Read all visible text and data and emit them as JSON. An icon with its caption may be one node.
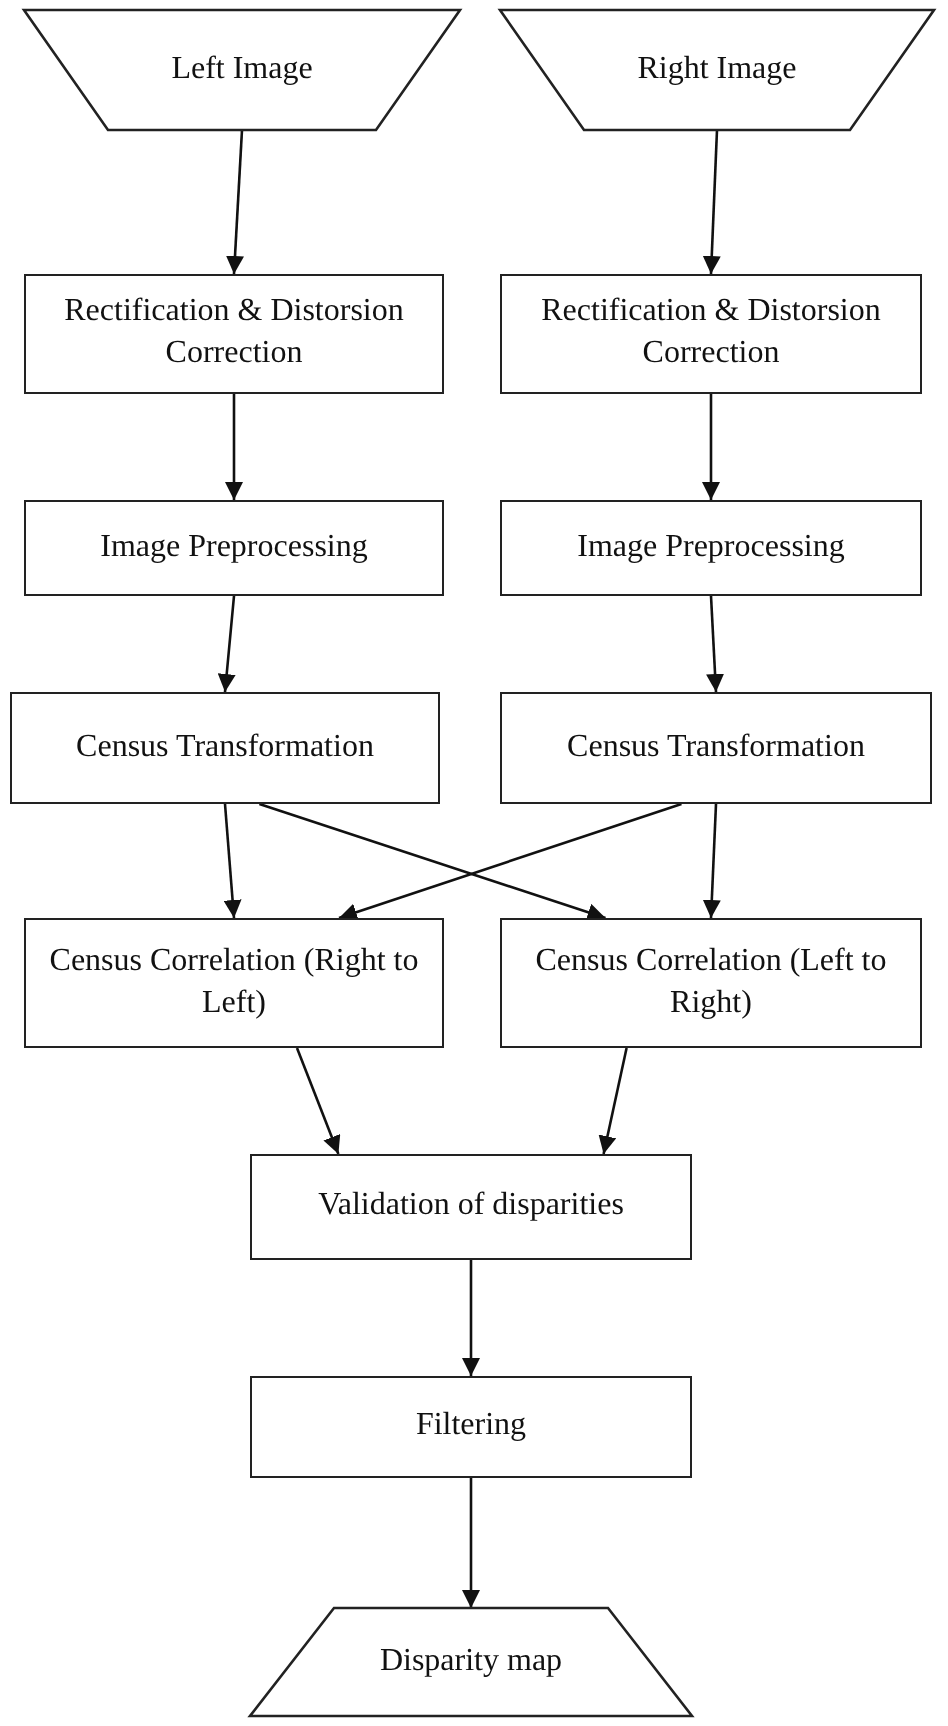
{
  "diagram": {
    "nodes": [
      {
        "text": [
          "Left Image"
        ]
      },
      {
        "text": [
          "Right Image"
        ]
      },
      {
        "text": [
          "Rectification & Distorsion Correction"
        ]
      },
      {
        "text": [
          "Rectification & Distorsion Correction"
        ]
      },
      {
        "text": [
          "Image Preprocessing"
        ]
      },
      {
        "text": [
          "Image Preprocessing"
        ]
      },
      {
        "text": [
          "Census Transformation"
        ]
      },
      {
        "text": [
          "Census Transformation"
        ]
      },
      {
        "text": [
          "Census Correlation (Right to Left)"
        ]
      },
      {
        "text": [
          "Census Correlation (Left to Right)"
        ]
      },
      {
        "text": [
          "Validation of disparities"
        ]
      },
      {
        "text": [
          "Filtering"
        ]
      },
      {
        "text": [
          "Disparity map"
        ]
      }
    ],
    "edges": [
      {
        "from": 0,
        "to": 2,
        "arrow": "to"
      },
      {
        "from": 1,
        "to": 3,
        "arrow": "to"
      },
      {
        "from": 2,
        "to": 4,
        "arrow": "to"
      },
      {
        "from": 3,
        "to": 5,
        "arrow": "to"
      },
      {
        "from": 4,
        "to": 6,
        "arrow": "to"
      },
      {
        "from": 5,
        "to": 7,
        "arrow": "to"
      },
      {
        "from": 6,
        "to": 8,
        "arrow": "to"
      },
      {
        "from": 6,
        "to": 9,
        "arrow": "to"
      },
      {
        "from": 7,
        "to": 8,
        "arrow": "to"
      },
      {
        "from": 7,
        "to": 9,
        "arrow": "to"
      },
      {
        "from": 8,
        "to": 10,
        "arrow": "to"
      },
      {
        "from": 9,
        "to": 10,
        "arrow": "to"
      },
      {
        "from": 10,
        "to": 11,
        "arrow": "to"
      },
      {
        "from": 11,
        "to": 12,
        "arrow": "to"
      }
    ]
  }
}
